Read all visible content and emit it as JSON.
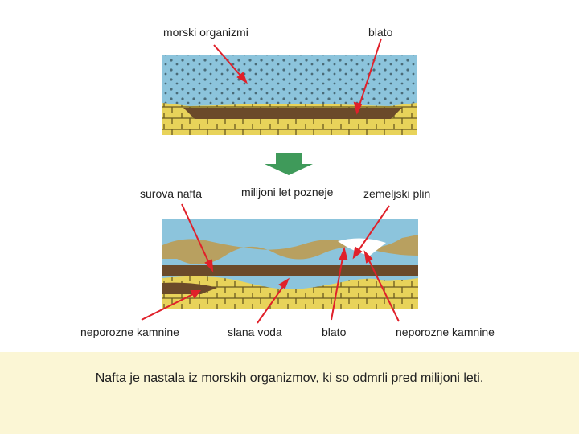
{
  "labels": {
    "top_left": "morski organizmi",
    "top_right": "blato",
    "arrow_caption": "milijoni let pozneje",
    "mid_left": "surova nafta",
    "mid_right": "zemeljski plin",
    "bottom_1": "neporozne kamnine",
    "bottom_2": "slana voda",
    "bottom_3": "blato",
    "bottom_4": "neporozne kamnine"
  },
  "caption": "Nafta je nastala iz morskih organizmov, ki so odmrli pred milijoni leti.",
  "colors": {
    "water": "#8cc4dc",
    "mud": "#6b4a2a",
    "rock": "#e8d35a",
    "rock_lines": "#6a5a20",
    "arrow_red": "#e0202a",
    "arrow_green": "#3f9a5a",
    "caption_band": "#fbf6d5"
  }
}
